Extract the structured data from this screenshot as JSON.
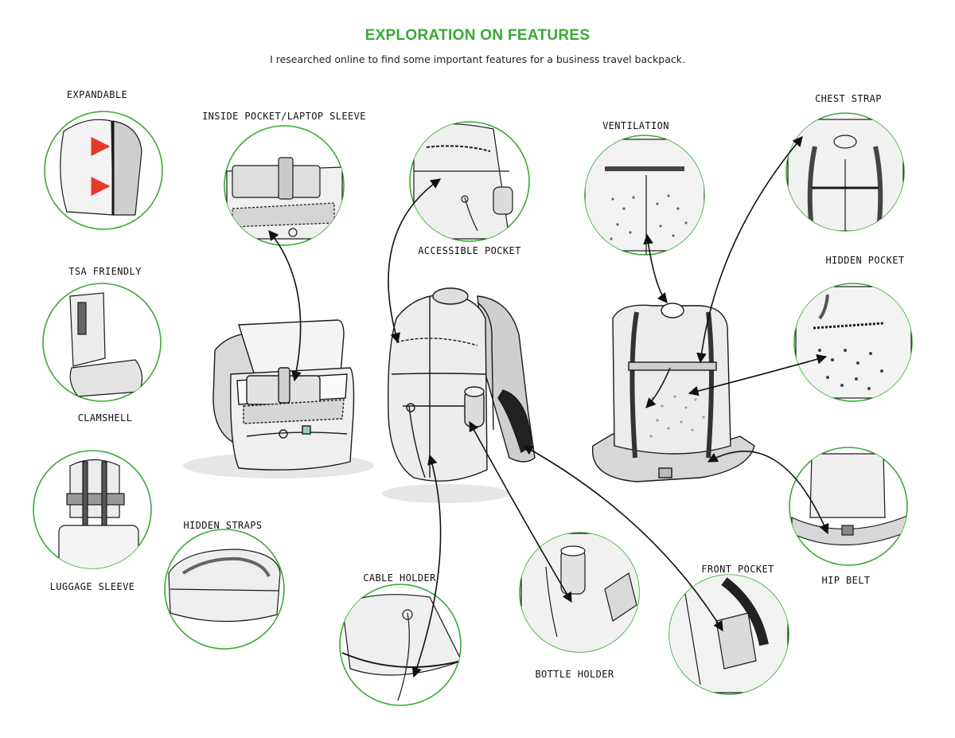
{
  "header": {
    "title": "EXPLORATION ON FEATURES",
    "subtitle": "I researched online to find some important features for a business travel backpack."
  },
  "colors": {
    "accent": "#3aa935",
    "arrow_callout": "#e53b2c",
    "line": "#1a1a1a"
  },
  "features": [
    {
      "id": "expandable",
      "label": "EXPANDABLE"
    },
    {
      "id": "inside-pocket",
      "label": "INSIDE POCKET/LAPTOP SLEEVE"
    },
    {
      "id": "tsa-friendly",
      "label": "TSA FRIENDLY"
    },
    {
      "id": "clamshell",
      "label": "CLAMSHELL"
    },
    {
      "id": "luggage-sleeve",
      "label": "LUGGAGE SLEEVE"
    },
    {
      "id": "hidden-straps",
      "label": "HIDDEN STRAPS"
    },
    {
      "id": "accessible-pocket",
      "label": "ACCESSIBLE POCKET"
    },
    {
      "id": "ventilation",
      "label": "VENTILATION"
    },
    {
      "id": "chest-strap",
      "label": "CHEST STRAP"
    },
    {
      "id": "hidden-pocket",
      "label": "HIDDEN POCKET"
    },
    {
      "id": "hip-belt",
      "label": "HIP BELT"
    },
    {
      "id": "cable-holder",
      "label": "CABLE HOLDER"
    },
    {
      "id": "bottle-holder",
      "label": "BOTTLE HOLDER"
    },
    {
      "id": "front-pocket",
      "label": "FRONT POCKET"
    }
  ]
}
